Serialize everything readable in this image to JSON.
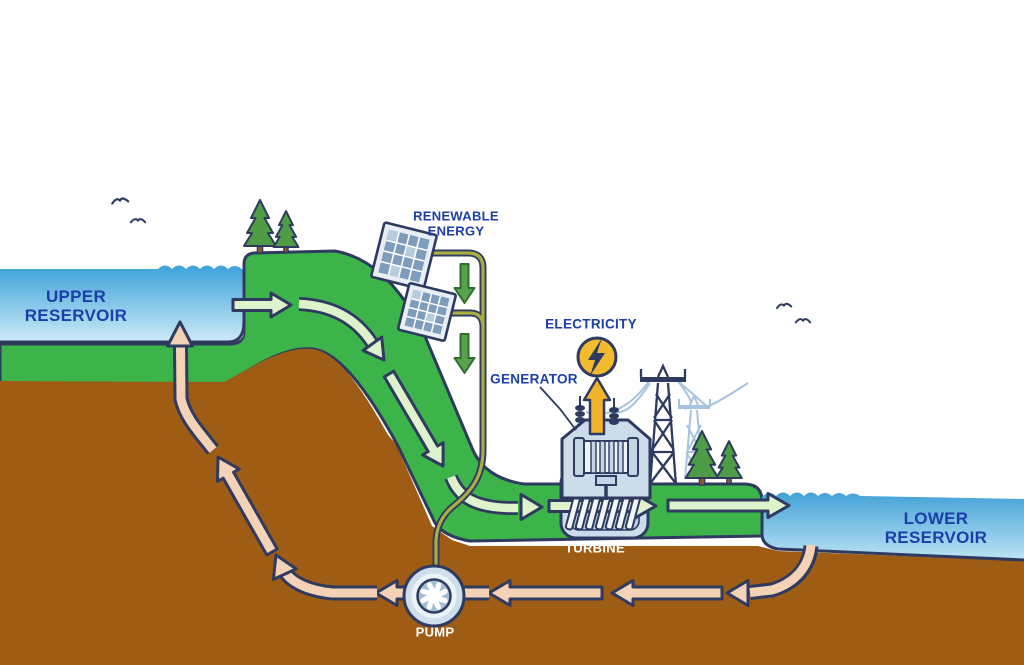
{
  "diagram": {
    "type": "pumped-hydro-energy-storage-illustration",
    "labels": {
      "upper_reservoir": "UPPER\nRESERVOIR",
      "renewable_energy": "RENEWABLE\nENERGY",
      "electricity": "ELECTRICITY",
      "generator": "GENERATOR",
      "turbine": "TURBINE",
      "pump": "PUMP",
      "lower_reservoir": "LOWER\nRESERVOIR"
    },
    "icons": {
      "electricity": "lightning-bolt-in-circle-icon",
      "renewable_energy": "solar-panel-icon",
      "pump": "impeller-icon",
      "transmission": "power-pylon-icon",
      "nature": [
        "pine-tree-icon",
        "bird-icon"
      ]
    },
    "colors": {
      "label_blue": "#1c3ea8",
      "label_white": "#ffffff",
      "outline_navy": "#2e3a60",
      "grass_green": "#3cb44a",
      "earth_brown": "#9e5c15",
      "water_dark": "#42a3da",
      "water_light": "#cdeaf8",
      "flow_arrow_green": "#def2cb",
      "pump_flow_pink": "#f4d2b6",
      "energy_arrow_green": "#57a24b",
      "wire_olive": "#a9ad43",
      "electric_yellow": "#f2bb2d",
      "machine_housing": "#cddcea",
      "pylon_light_blue": "#a6c4de"
    }
  }
}
